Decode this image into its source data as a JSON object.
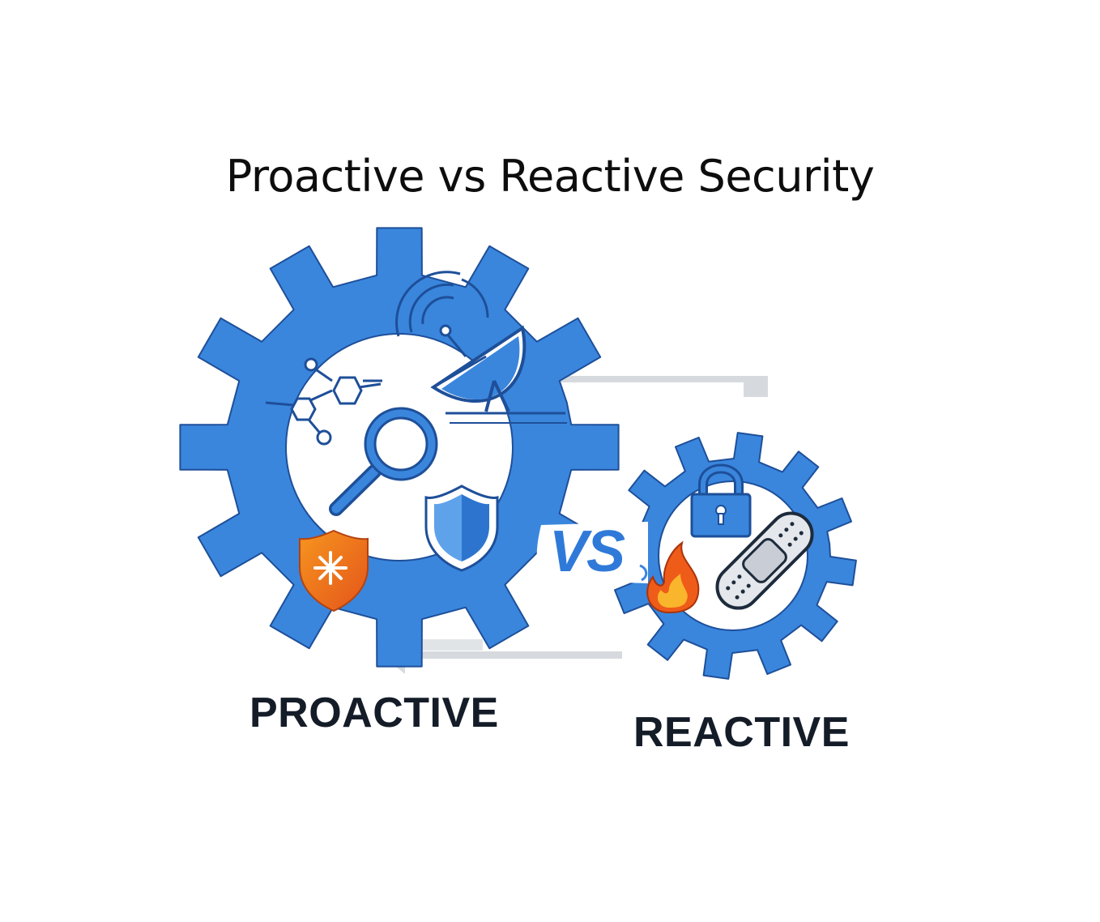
{
  "title": "Proactive vs Reactive Security",
  "vs_label": "VS",
  "proactive": {
    "label": "PROACTIVE",
    "icons": [
      "network-nodes-icon",
      "satellite-dish-icon",
      "magnifier-icon",
      "shield-icon",
      "alert-shield-icon"
    ]
  },
  "reactive": {
    "label": "REACTIVE",
    "icons": [
      "padlock-icon",
      "bandage-icon",
      "fire-icon"
    ]
  },
  "colors": {
    "gear_blue": "#3a86dd",
    "gear_outline": "#1e4f99",
    "accent_orange": "#f07a1a",
    "arrow_gray": "#d4d8dc",
    "text_dark": "#141c28"
  }
}
